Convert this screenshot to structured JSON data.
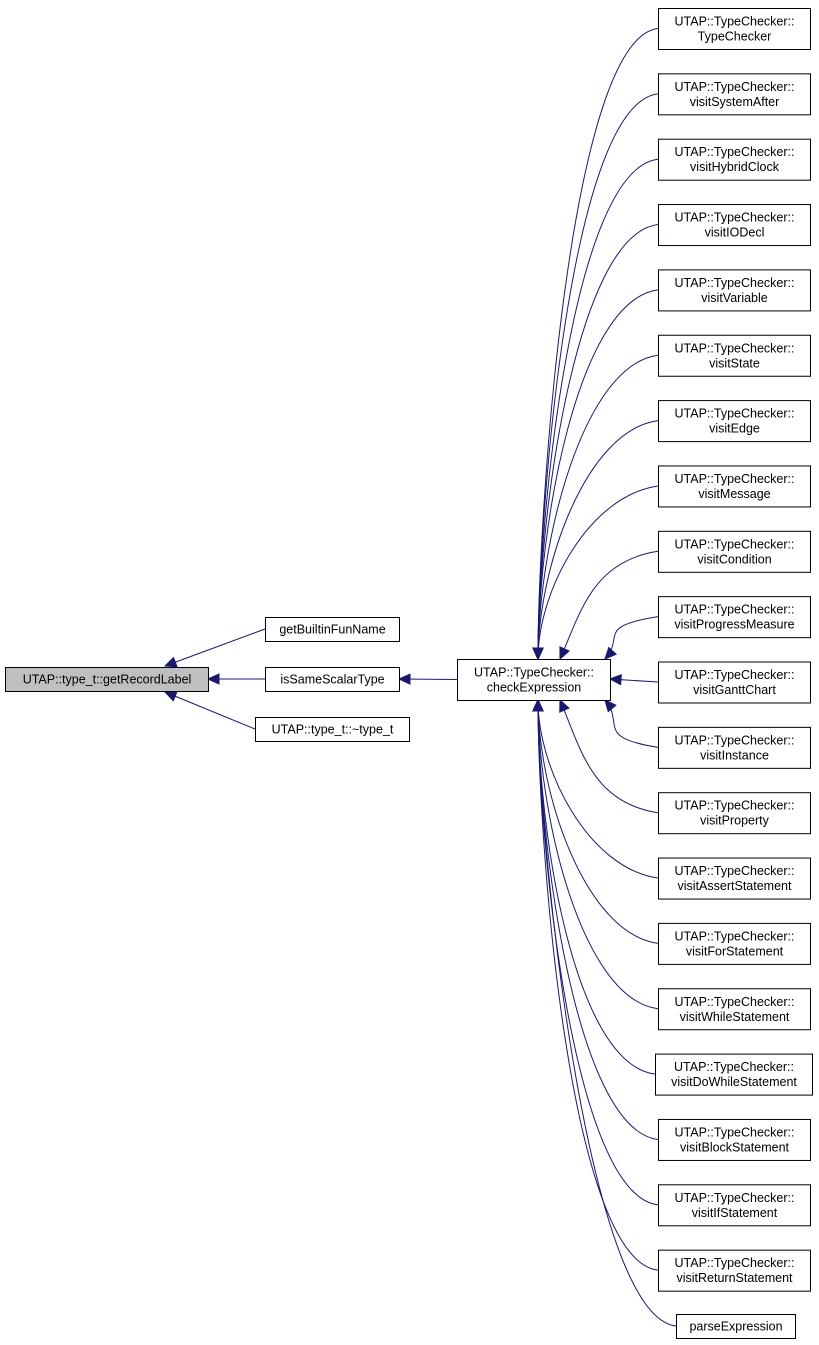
{
  "graph": {
    "nodes": [
      {
        "id": "n0",
        "lines": [
          "UTAP::type_t::getRecordLabel"
        ],
        "focus": true
      },
      {
        "id": "n1",
        "lines": [
          "getBuiltinFunName"
        ]
      },
      {
        "id": "n2",
        "lines": [
          "isSameScalarType"
        ]
      },
      {
        "id": "n3",
        "lines": [
          "UTAP::type_t::~type_t"
        ]
      },
      {
        "id": "n4",
        "lines": [
          "UTAP::TypeChecker::",
          "checkExpression"
        ]
      },
      {
        "id": "r0",
        "lines": [
          "UTAP::TypeChecker::",
          "TypeChecker"
        ]
      },
      {
        "id": "r1",
        "lines": [
          "UTAP::TypeChecker::",
          "visitSystemAfter"
        ]
      },
      {
        "id": "r2",
        "lines": [
          "UTAP::TypeChecker::",
          "visitHybridClock"
        ]
      },
      {
        "id": "r3",
        "lines": [
          "UTAP::TypeChecker::",
          "visitIODecl"
        ]
      },
      {
        "id": "r4",
        "lines": [
          "UTAP::TypeChecker::",
          "visitVariable"
        ]
      },
      {
        "id": "r5",
        "lines": [
          "UTAP::TypeChecker::",
          "visitState"
        ]
      },
      {
        "id": "r6",
        "lines": [
          "UTAP::TypeChecker::",
          "visitEdge"
        ]
      },
      {
        "id": "r7",
        "lines": [
          "UTAP::TypeChecker::",
          "visitMessage"
        ]
      },
      {
        "id": "r8",
        "lines": [
          "UTAP::TypeChecker::",
          "visitCondition"
        ]
      },
      {
        "id": "r9",
        "lines": [
          "UTAP::TypeChecker::",
          "visitProgressMeasure"
        ]
      },
      {
        "id": "r10",
        "lines": [
          "UTAP::TypeChecker::",
          "visitGanttChart"
        ]
      },
      {
        "id": "r11",
        "lines": [
          "UTAP::TypeChecker::",
          "visitInstance"
        ]
      },
      {
        "id": "r12",
        "lines": [
          "UTAP::TypeChecker::",
          "visitProperty"
        ]
      },
      {
        "id": "r13",
        "lines": [
          "UTAP::TypeChecker::",
          "visitAssertStatement"
        ]
      },
      {
        "id": "r14",
        "lines": [
          "UTAP::TypeChecker::",
          "visitForStatement"
        ]
      },
      {
        "id": "r15",
        "lines": [
          "UTAP::TypeChecker::",
          "visitWhileStatement"
        ]
      },
      {
        "id": "r16",
        "lines": [
          "UTAP::TypeChecker::",
          "visitDoWhileStatement"
        ]
      },
      {
        "id": "r17",
        "lines": [
          "UTAP::TypeChecker::",
          "visitBlockStatement"
        ]
      },
      {
        "id": "r18",
        "lines": [
          "UTAP::TypeChecker::",
          "visitIfStatement"
        ]
      },
      {
        "id": "r19",
        "lines": [
          "UTAP::TypeChecker::",
          "visitReturnStatement"
        ]
      },
      {
        "id": "r20",
        "lines": [
          "parseExpression"
        ]
      }
    ],
    "edges": [
      {
        "from": "n1",
        "to": "n0"
      },
      {
        "from": "n2",
        "to": "n0"
      },
      {
        "from": "n3",
        "to": "n0"
      },
      {
        "from": "n4",
        "to": "n2"
      },
      {
        "from": "r0",
        "to": "n4"
      },
      {
        "from": "r1",
        "to": "n4"
      },
      {
        "from": "r2",
        "to": "n4"
      },
      {
        "from": "r3",
        "to": "n4"
      },
      {
        "from": "r4",
        "to": "n4"
      },
      {
        "from": "r5",
        "to": "n4"
      },
      {
        "from": "r6",
        "to": "n4"
      },
      {
        "from": "r7",
        "to": "n4"
      },
      {
        "from": "r8",
        "to": "n4"
      },
      {
        "from": "r9",
        "to": "n4"
      },
      {
        "from": "r10",
        "to": "n4"
      },
      {
        "from": "r11",
        "to": "n4"
      },
      {
        "from": "r12",
        "to": "n4"
      },
      {
        "from": "r13",
        "to": "n4"
      },
      {
        "from": "r14",
        "to": "n4"
      },
      {
        "from": "r15",
        "to": "n4"
      },
      {
        "from": "r16",
        "to": "n4"
      },
      {
        "from": "r17",
        "to": "n4"
      },
      {
        "from": "r18",
        "to": "n4"
      },
      {
        "from": "r19",
        "to": "n4"
      },
      {
        "from": "r20",
        "to": "n4"
      }
    ],
    "colors": {
      "edge": "#191970",
      "focus_fill": "#bfbfbf",
      "node_fill": "#ffffff",
      "node_stroke": "#000000"
    }
  }
}
